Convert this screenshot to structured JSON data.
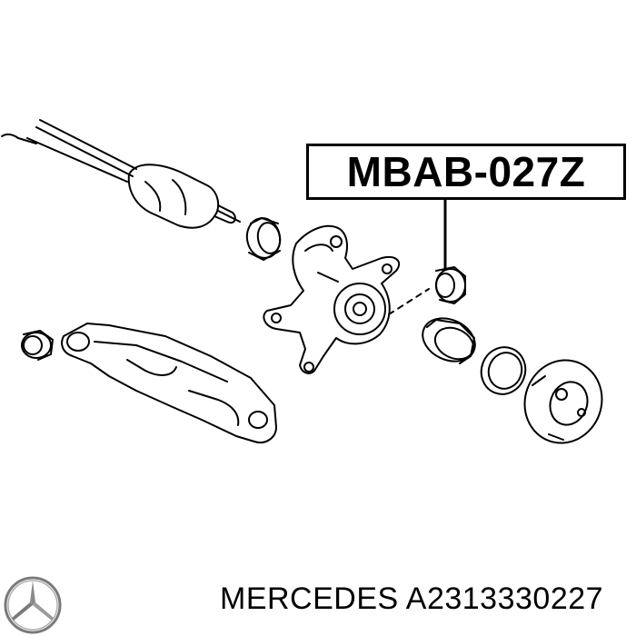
{
  "part_label": "MBAB-027Z",
  "footer": {
    "brand": "MERCEDES",
    "part_number": "A2313330227",
    "logo_icon": "mercedes-star-icon"
  },
  "colors": {
    "ink": "#000000",
    "background": "#ffffff"
  }
}
